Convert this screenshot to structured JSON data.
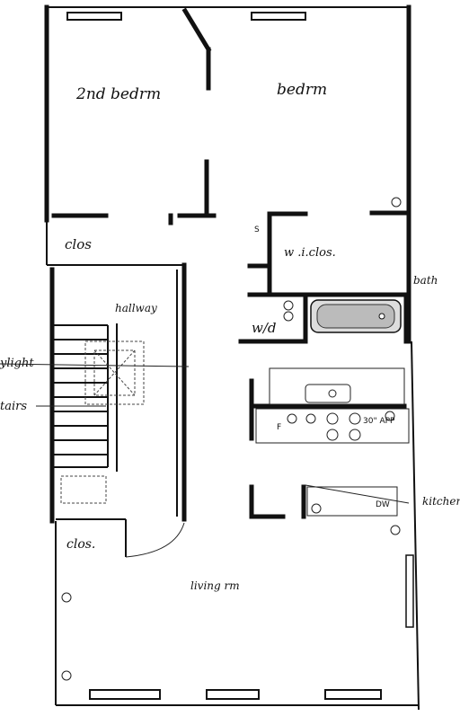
{
  "rooms": {
    "second_bedroom": "2nd bedrm",
    "bedroom": "bedrm",
    "closet_top": "clos",
    "walk_in_closet": "w .i.clos.",
    "hallway": "hallway",
    "bath": "bath",
    "washer_dryer": "w/d",
    "skylight": "ylight",
    "stairs": "tairs",
    "kitchen": "kitchen",
    "closet_bottom": "clos.",
    "living_room": "living rm"
  },
  "fixtures": {
    "shelf_label": "S",
    "fridge_label": "F",
    "dishwasher_label": "DW",
    "range_label": "30\" APP"
  },
  "icons": {
    "outlet": "outlet-icon",
    "sink": "sink-icon",
    "bathtub": "bathtub-icon",
    "cooktop": "cooktop-icon"
  }
}
